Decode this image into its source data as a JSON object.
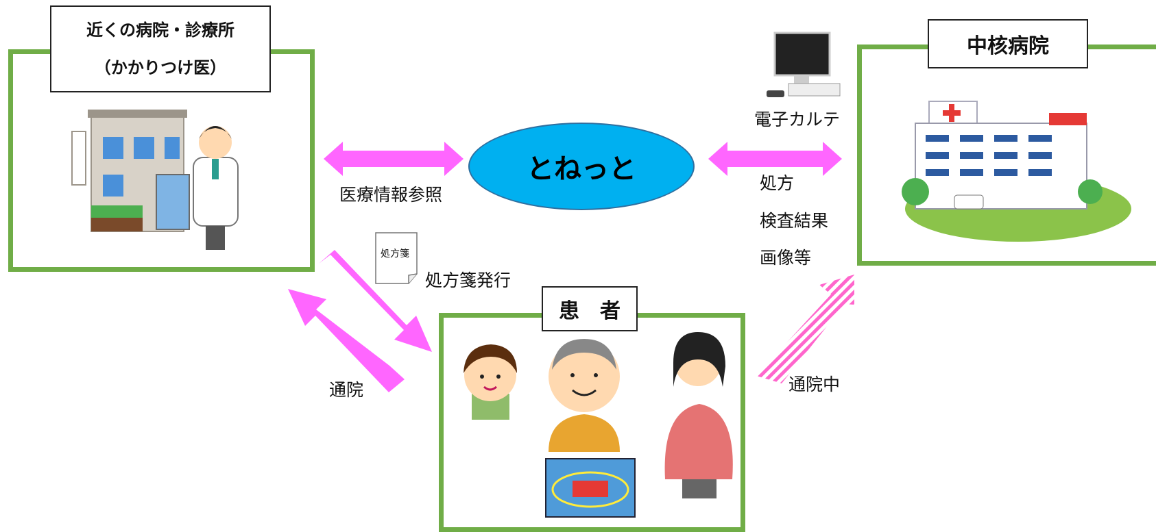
{
  "clinic": {
    "title_line1": "近くの病院・診療所",
    "title_line2": "（かかりつけ医）"
  },
  "hospital": {
    "title": "中核病院"
  },
  "patient": {
    "title": "患　者"
  },
  "hub": {
    "label": "とねっと"
  },
  "edges": {
    "medical_info_ref": "医療情報参照",
    "prescription_issue": "処方箋発行",
    "prescription_doc": "処方箋",
    "clinic_visit": "通院",
    "hospital_visit": "通院中",
    "emr": "電子カルテ",
    "data_items": [
      "処方",
      "検査結果",
      "画像等"
    ]
  },
  "colors": {
    "frame_green": "#70ad47",
    "arrow_pink": "#ff66ff",
    "hub_blue": "#00b0f0"
  }
}
